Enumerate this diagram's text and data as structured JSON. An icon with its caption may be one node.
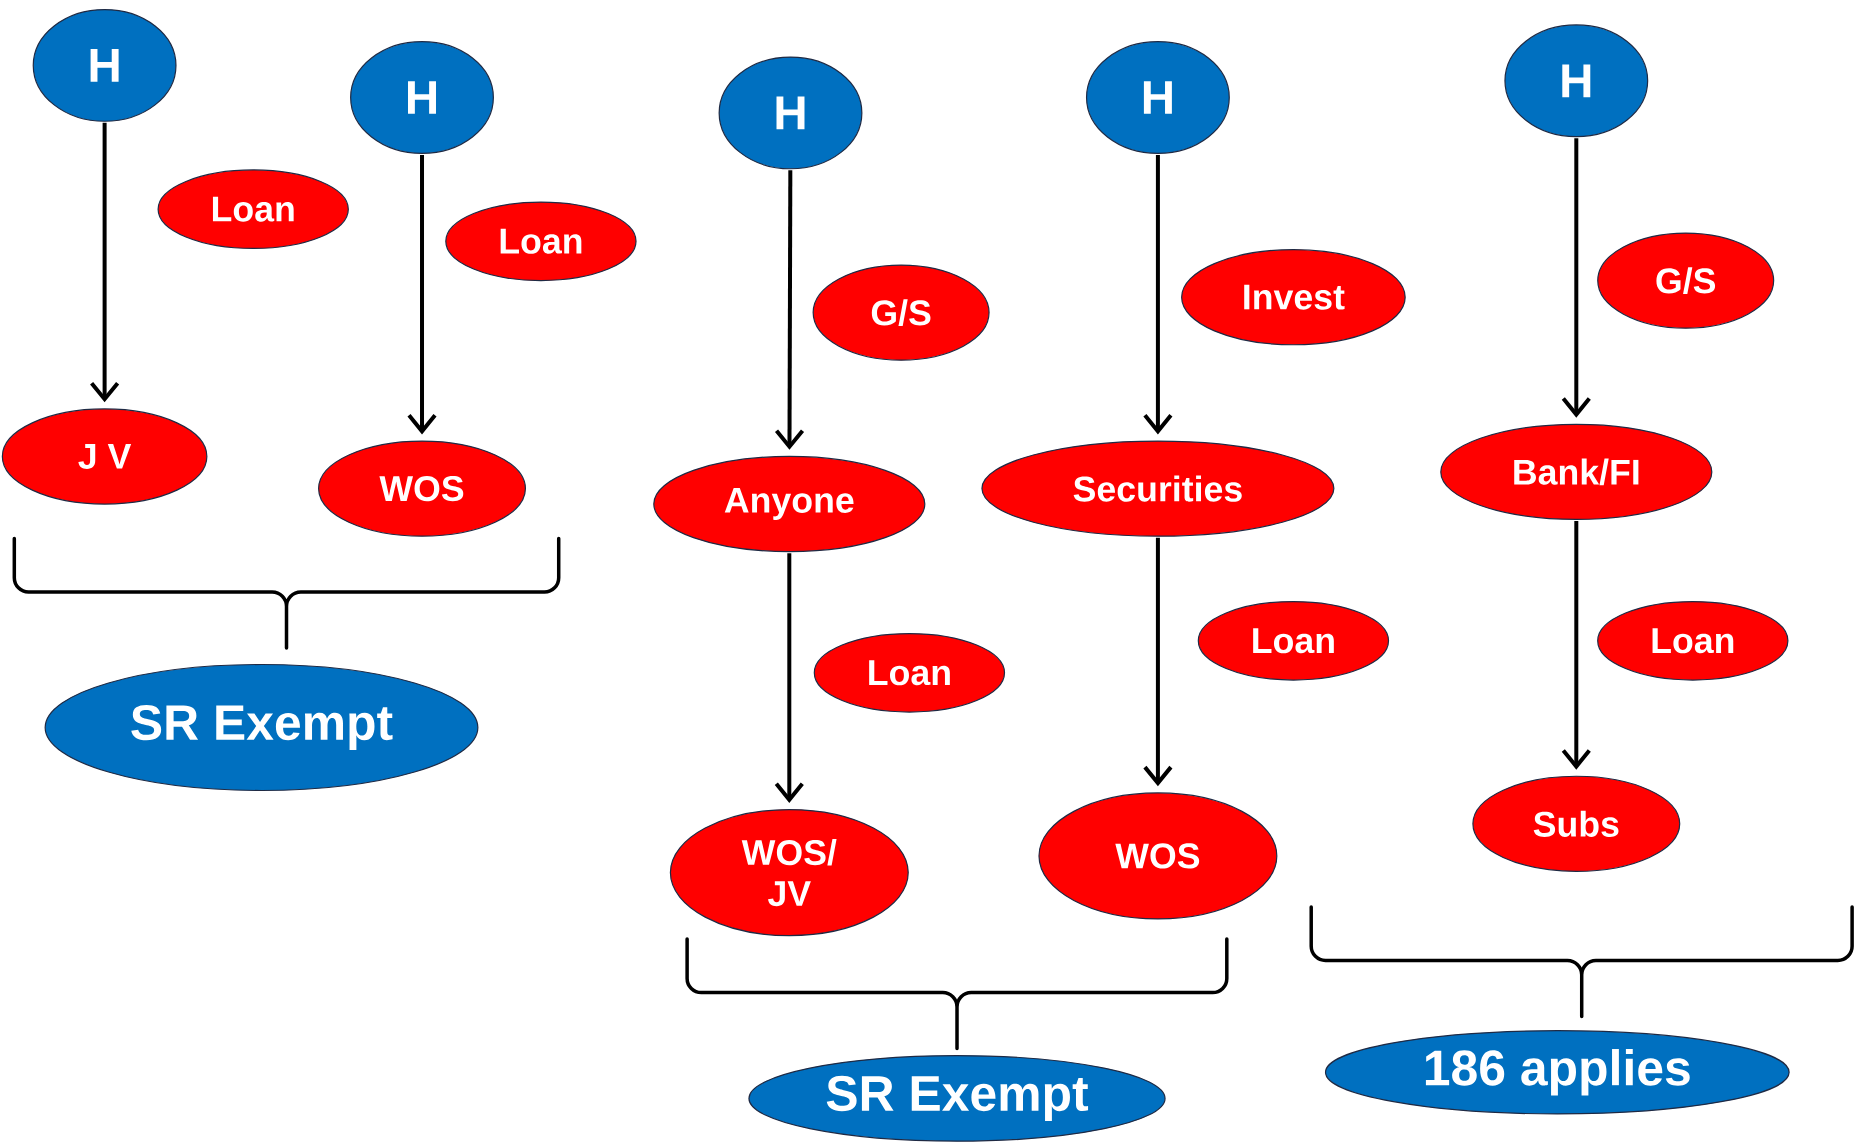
{
  "diagram": {
    "nodes": [
      {
        "text": [
          "H"
        ]
      },
      {
        "text": [
          "Loan"
        ]
      },
      {
        "text": [
          "J V"
        ]
      },
      {
        "text": [
          "H"
        ]
      },
      {
        "text": [
          "Loan"
        ]
      },
      {
        "text": [
          "WOS"
        ]
      },
      {
        "text": [
          "SR Exempt"
        ]
      },
      {
        "text": [
          "H"
        ]
      },
      {
        "text": [
          "G/S"
        ]
      },
      {
        "text": [
          "Anyone"
        ]
      },
      {
        "text": [
          "Loan"
        ]
      },
      {
        "text": [
          "WOS/ JV"
        ]
      },
      {
        "text": [
          "H"
        ]
      },
      {
        "text": [
          "Invest"
        ]
      },
      {
        "text": [
          "Securities"
        ]
      },
      {
        "text": [
          "Loan"
        ]
      },
      {
        "text": [
          "WOS"
        ]
      },
      {
        "text": [
          "SR Exempt"
        ]
      },
      {
        "text": [
          "H"
        ]
      },
      {
        "text": [
          "G/S"
        ]
      },
      {
        "text": [
          "Bank/FI"
        ]
      },
      {
        "text": [
          "Loan"
        ]
      },
      {
        "text": [
          "Subs"
        ]
      },
      {
        "text": [
          "186 applies"
        ]
      }
    ],
    "edges": [
      {
        "from": 0,
        "to": 2,
        "arrow": "to"
      },
      {
        "from": 3,
        "to": 5,
        "arrow": "to"
      },
      {
        "from": 7,
        "to": 9,
        "arrow": "to"
      },
      {
        "from": 9,
        "to": 11,
        "arrow": "to"
      },
      {
        "from": 12,
        "to": 14,
        "arrow": "to"
      },
      {
        "from": 14,
        "to": 16,
        "arrow": "to"
      },
      {
        "from": 18,
        "to": 20,
        "arrow": "to"
      },
      {
        "from": 20,
        "to": 22,
        "arrow": "to"
      }
    ]
  }
}
